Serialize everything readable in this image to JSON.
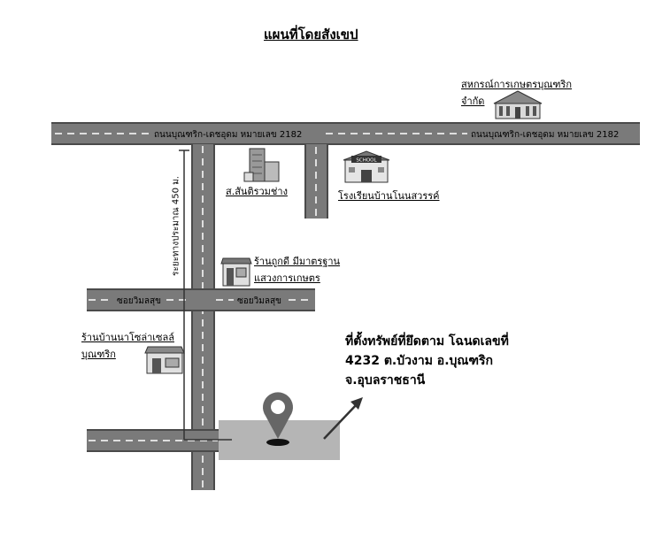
{
  "title": "แผนที่โดยสังเขป",
  "roads": {
    "main_left": "ถนนบุณฑริก-เดชอุดม หมายเลข 2182",
    "main_right": "ถนนบุณฑริก-เดชอุดม หมายเลข 2182",
    "soi_left": "ซอยวิมลสุข",
    "soi_right": "ซอยวิมลสุข",
    "distance": "ระยะทางประมาณ 450 ม."
  },
  "places": {
    "coop_line1": "สหกรณ์การเกษตรบุณฑริก",
    "coop_line2": "จำกัด",
    "shop1": "ส.สันติรวมช่าง",
    "school": "โรงเรียนบ้านโนนสวรรค์",
    "school_sign": "SCHOOL",
    "shop2_line1": "ร้านถูกดี มีมาตรฐาน",
    "shop2_line2": "แสวงการเกษตร",
    "solar_line1": "ร้านบ้านนาโซล่าเซลล์",
    "solar_line2": "บุณฑริก"
  },
  "location": {
    "line1": "ที่ตั้งทรัพย์ที่ยึดตาม โฉนดเลขที่",
    "line2": "4232 ต.บัวงาม อ.บุณฑริก",
    "line3": "จ.อุบลราชธานี"
  },
  "colors": {
    "road": "#7a7a7a",
    "road_edge": "#4a4a4a",
    "parcel": "#b5b5b5",
    "pin": "#666666"
  },
  "icons": [
    "building-icon",
    "office-building-icon",
    "school-icon",
    "shop-icon",
    "store-icon",
    "location-pin-icon",
    "arrow-icon"
  ]
}
